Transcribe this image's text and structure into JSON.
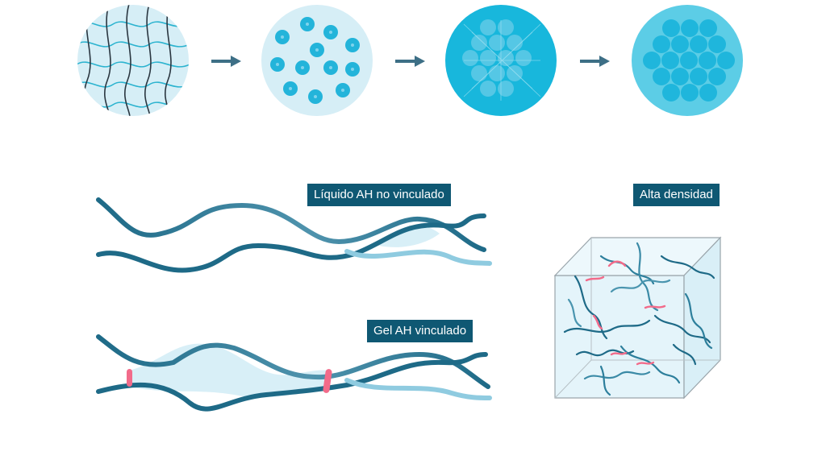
{
  "labels": {
    "liquid_unlinked": "Líquido AH no vinculado",
    "gel_linked": "Gel AH vinculado",
    "high_density": "Alta densidad"
  },
  "colors": {
    "label_bg": "#0f5873",
    "strand_dark": "#1e6a87",
    "strand_light": "#8fcbe0",
    "fill_light": "#d8eff7",
    "circle_bright": "#18bbe0",
    "crosslink": "#f26b8a"
  },
  "icons": {
    "step_arrow": "arrow-right-icon"
  }
}
